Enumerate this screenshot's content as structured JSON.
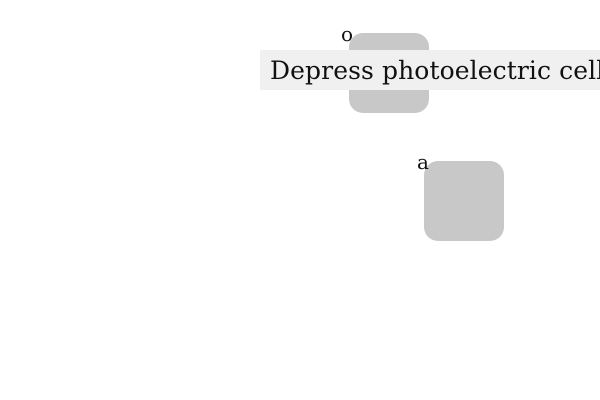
{
  "keys": [
    {
      "id": "o",
      "label": "o"
    },
    {
      "id": "a",
      "label": "a"
    }
  ],
  "instruction": {
    "text": "Depress photoelectric cell"
  },
  "colors": {
    "background": "#ffffff",
    "key_fill": "#c8c8c8",
    "banner_fill": "#f0f0f0",
    "text": "#111111"
  }
}
